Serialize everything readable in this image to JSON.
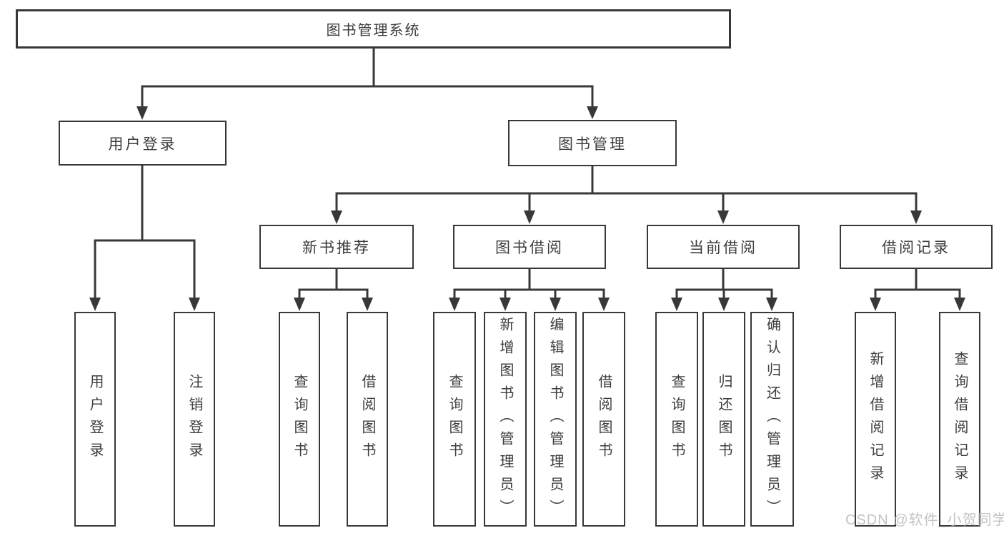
{
  "colors": {
    "line": "#383838",
    "box_border": "#383838",
    "text": "#3d3d3d",
    "watermark": "#b9b9b9",
    "background": "#ffffff"
  },
  "watermark": {
    "text": "CSDN @软件_小贺同学"
  },
  "tree": {
    "type": "hierarchy-diagram",
    "root": {
      "label": "图书管理系统",
      "children": [
        {
          "label": "用户登录",
          "children": [
            {
              "label": "用户登录"
            },
            {
              "label": "注销登录"
            }
          ]
        },
        {
          "label": "图书管理",
          "children": [
            {
              "label": "新书推荐",
              "children": [
                {
                  "label": "查询图书"
                },
                {
                  "label": "借阅图书"
                }
              ]
            },
            {
              "label": "图书借阅",
              "children": [
                {
                  "label": "查询图书"
                },
                {
                  "label": "新增图书（管理员）"
                },
                {
                  "label": "编辑图书（管理员）"
                },
                {
                  "label": "借阅图书"
                }
              ]
            },
            {
              "label": "当前借阅",
              "children": [
                {
                  "label": "查询图书"
                },
                {
                  "label": "归还图书"
                },
                {
                  "label": "确认归还（管理员）"
                }
              ]
            },
            {
              "label": "借阅记录",
              "children": [
                {
                  "label": "新增借阅记录"
                },
                {
                  "label": "查询借阅记录"
                }
              ]
            }
          ]
        }
      ]
    }
  }
}
